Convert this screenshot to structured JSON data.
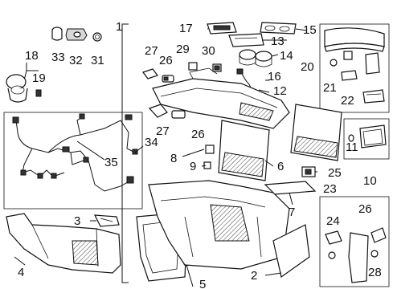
{
  "callouts": {
    "c1": "1",
    "c2": "2",
    "c3": "3",
    "c4": "4",
    "c5": "5",
    "c6": "6",
    "c7": "7",
    "c8": "8",
    "c9": "9",
    "c10": "10",
    "c11": "11",
    "c12": "12",
    "c13": "13",
    "c14": "14",
    "c15": "15",
    "c16": "16",
    "c17": "17",
    "c18": "18",
    "c19": "19",
    "c20": "20",
    "c21": "21",
    "c22": "22",
    "c23": "23",
    "c24": "24",
    "c25": "25",
    "c26a": "26",
    "c26b": "26",
    "c26c": "26",
    "c27a": "27",
    "c27b": "27",
    "c28": "28",
    "c29": "29",
    "c30": "30",
    "c31": "31",
    "c32": "32",
    "c33": "33",
    "c34": "34",
    "c35": "35"
  }
}
